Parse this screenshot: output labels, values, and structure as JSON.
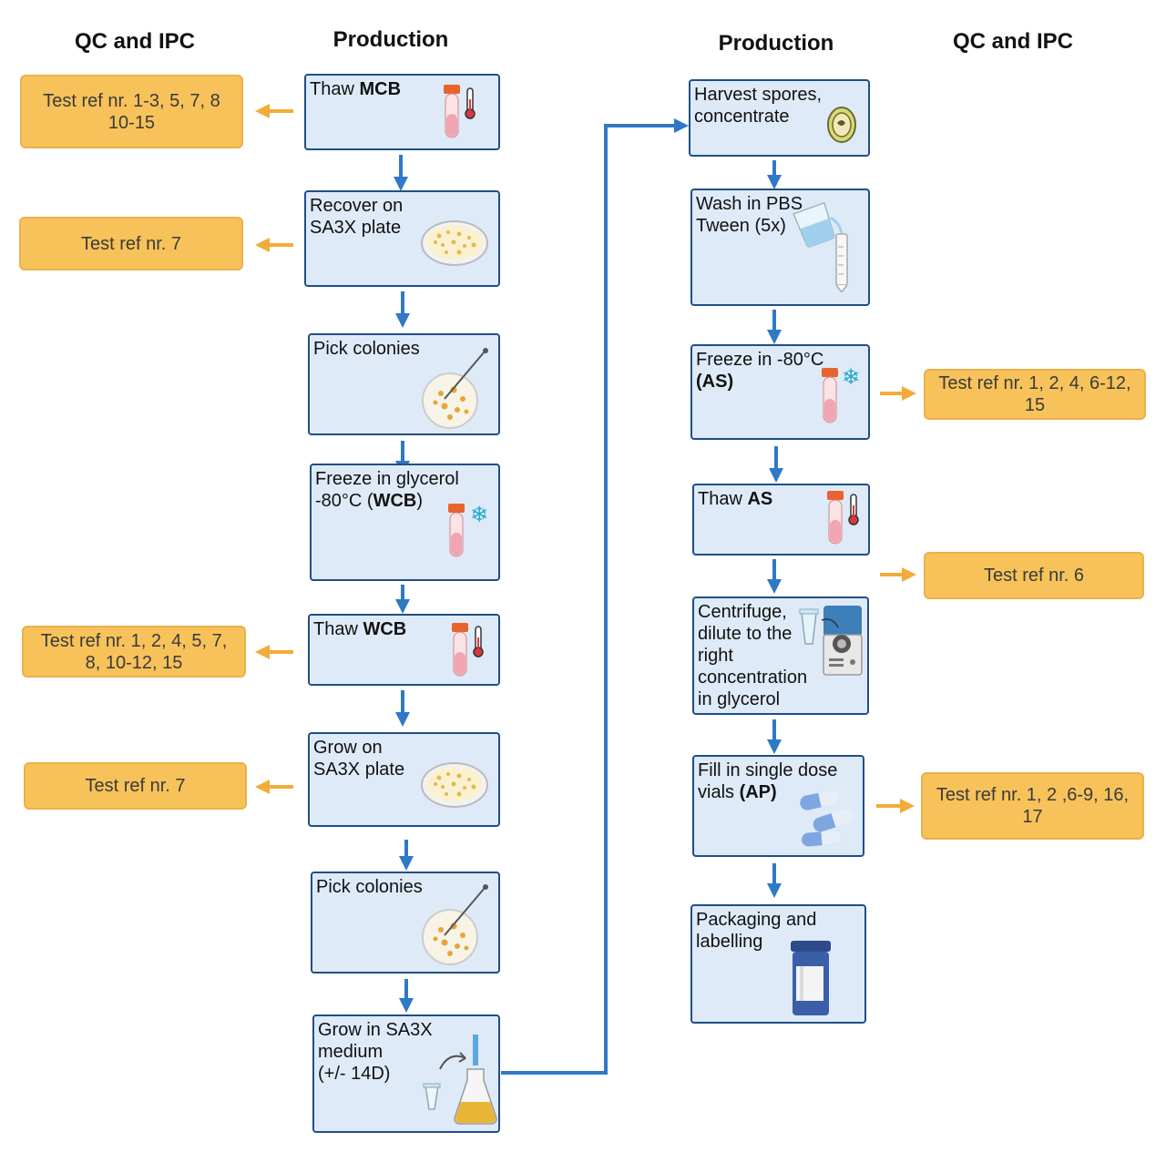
{
  "headers": {
    "left_qc": "QC and IPC",
    "left_production": "Production",
    "right_production": "Production",
    "right_qc": "QC and IPC"
  },
  "steps": {
    "thaw_mcb": {
      "pre": "Thaw ",
      "bold": "MCB",
      "icon": "thermometer-tube-icon"
    },
    "recover": {
      "line1": "Recover on",
      "line2": "SA3X plate",
      "icon": "petri-dish-icon"
    },
    "pick1": {
      "line1": "Pick colonies",
      "icon": "colony-picking-icon"
    },
    "freeze_wcb": {
      "line1": "Freeze in glycerol",
      "line2_pre": "-80°C (",
      "line2_bold": "WCB",
      "line2_post": ")",
      "icon": "frozen-tube-icon"
    },
    "thaw_wcb": {
      "pre": "Thaw ",
      "bold": "WCB",
      "icon": "thermometer-tube-icon"
    },
    "grow_plate": {
      "line1": "Grow on",
      "line2": "SA3X plate",
      "icon": "petri-dish-icon"
    },
    "pick2": {
      "line1": "Pick colonies",
      "icon": "colony-picking-icon"
    },
    "grow_medium": {
      "line1": "Grow in SA3X",
      "line2": "medium",
      "line3": "(+/- 14D)",
      "icon": "flask-inoculation-icon"
    },
    "harvest": {
      "line1": "Harvest spores,",
      "line2": "concentrate",
      "icon": "spore-icon"
    },
    "wash": {
      "line1": "Wash in PBS",
      "line2": "Tween (5x)",
      "icon": "beaker-pour-icon"
    },
    "freeze_as": {
      "line1": "Freeze in -80°C",
      "line2_bold": "(AS)",
      "icon": "frozen-tube-icon"
    },
    "thaw_as": {
      "pre": "Thaw ",
      "bold": "AS",
      "icon": "thermometer-tube-icon"
    },
    "centrifuge": {
      "line1": "Centrifuge,",
      "line2": "dilute to the",
      "line3": "right",
      "line4": "concentration",
      "line5": "in glycerol",
      "icon": "centrifuge-icon"
    },
    "fill": {
      "line1": "Fill in single dose",
      "line2_pre": "vials ",
      "line2_bold": "(AP)",
      "icon": "capsules-icon"
    },
    "packaging": {
      "line1": "Packaging and",
      "line2": "labelling",
      "icon": "pill-bottle-icon"
    }
  },
  "qc_tests": {
    "mcb": {
      "line1": "Test ref nr. 1-3, 5, 7, 8",
      "line2": "10-15"
    },
    "recover": {
      "line1": "Test ref nr. 7"
    },
    "wcb": {
      "line1": "Test ref nr. 1, 2, 4, 5, 7,",
      "line2": "8, 10-12, 15"
    },
    "grow_plate": {
      "line1": "Test ref nr. 7"
    },
    "as": {
      "line1": "Test ref nr. 1, 2, 4, 6-12,",
      "line2": "15"
    },
    "thaw_as": {
      "line1": "Test ref nr. 6"
    },
    "ap": {
      "line1": "Test ref nr. 1, 2 ,6-9, 16,",
      "line2": "17"
    }
  },
  "colors": {
    "process_fill": "#dfeaf8",
    "process_border": "#1f4f86",
    "flow_arrow": "#2f79c6",
    "qc_fill": "#f7c25a",
    "qc_arrow": "#f2ac38"
  }
}
